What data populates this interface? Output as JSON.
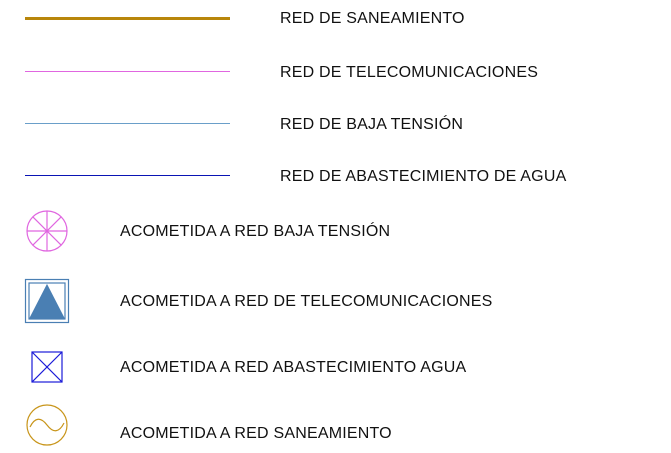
{
  "legend": {
    "lines": [
      {
        "label": "RED DE SANEAMIENTO",
        "color": "#b8860b",
        "thickness": 3
      },
      {
        "label": "RED DE TELECOMUNICACIONES",
        "color": "#e066e0",
        "thickness": 1
      },
      {
        "label": "RED DE BAJA TENSIÓN",
        "color": "#6a9fc9",
        "thickness": 1
      },
      {
        "label": "RED DE ABASTECIMIENTO DE AGUA",
        "color": "#0a14b4",
        "thickness": 1
      }
    ],
    "symbols": [
      {
        "label": "ACOMETIDA A RED BAJA TENSIÓN",
        "icon": "circle-asterisk-icon",
        "color": "#e066e0"
      },
      {
        "label": "ACOMETIDA A RED DE TELECOMUNICACIONES",
        "icon": "framed-triangle-icon",
        "color": "#4a7fb3"
      },
      {
        "label": "ACOMETIDA A RED ABASTECIMIENTO AGUA",
        "icon": "crossed-box-icon",
        "color": "#1a1ad8"
      },
      {
        "label": "ACOMETIDA A RED SANEAMIENTO",
        "icon": "circle-wave-icon",
        "color": "#c8951a"
      }
    ]
  }
}
